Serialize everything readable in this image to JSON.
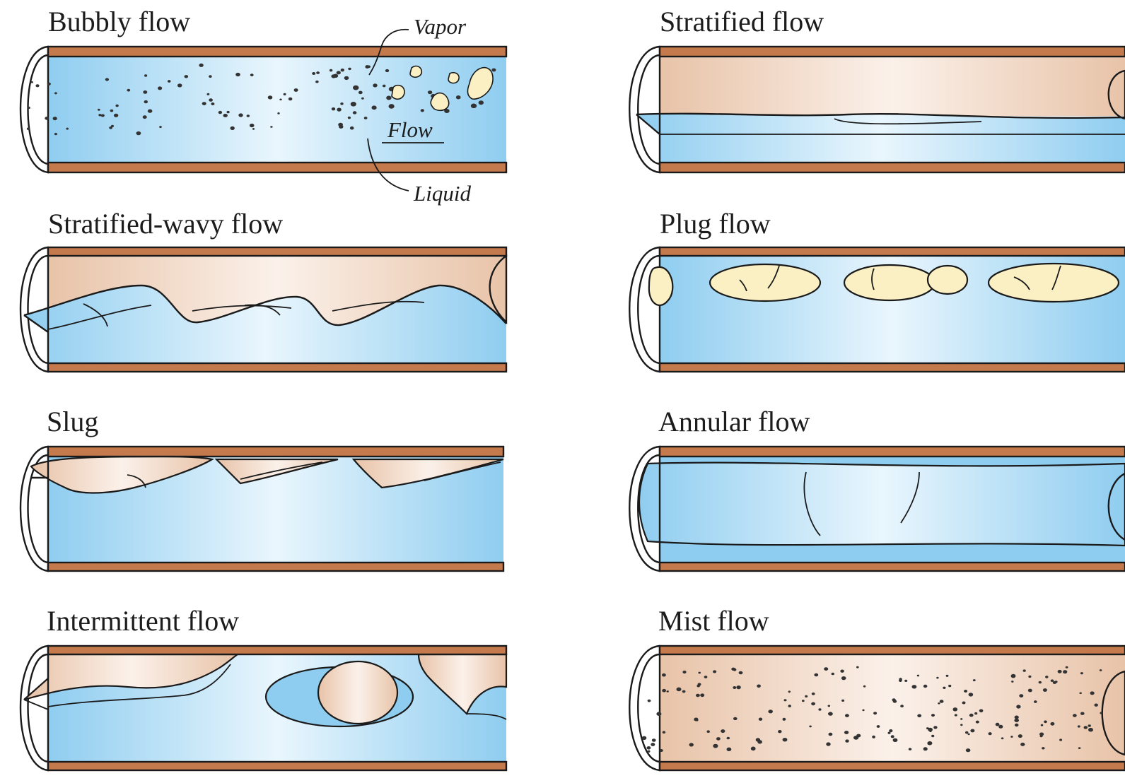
{
  "diagram": {
    "panels": [
      {
        "id": "bubbly",
        "title": "Bubbly flow"
      },
      {
        "id": "stratified",
        "title": "Stratified flow"
      },
      {
        "id": "stratified-wavy",
        "title": "Stratified-wavy flow"
      },
      {
        "id": "plug",
        "title": "Plug flow"
      },
      {
        "id": "slug",
        "title": "Slug"
      },
      {
        "id": "annular",
        "title": "Annular flow"
      },
      {
        "id": "intermittent",
        "title": "Intermittent flow"
      },
      {
        "id": "mist",
        "title": "Mist flow"
      }
    ],
    "annotations": {
      "vapor": "Vapor",
      "flow": "Flow",
      "liquid": "Liquid"
    },
    "colors": {
      "liquid": "#bfe4f6",
      "vapor": "#f0d6c4",
      "pipe_wall": "#c47a4c",
      "plug_bubble": "#fbf0c4"
    }
  }
}
